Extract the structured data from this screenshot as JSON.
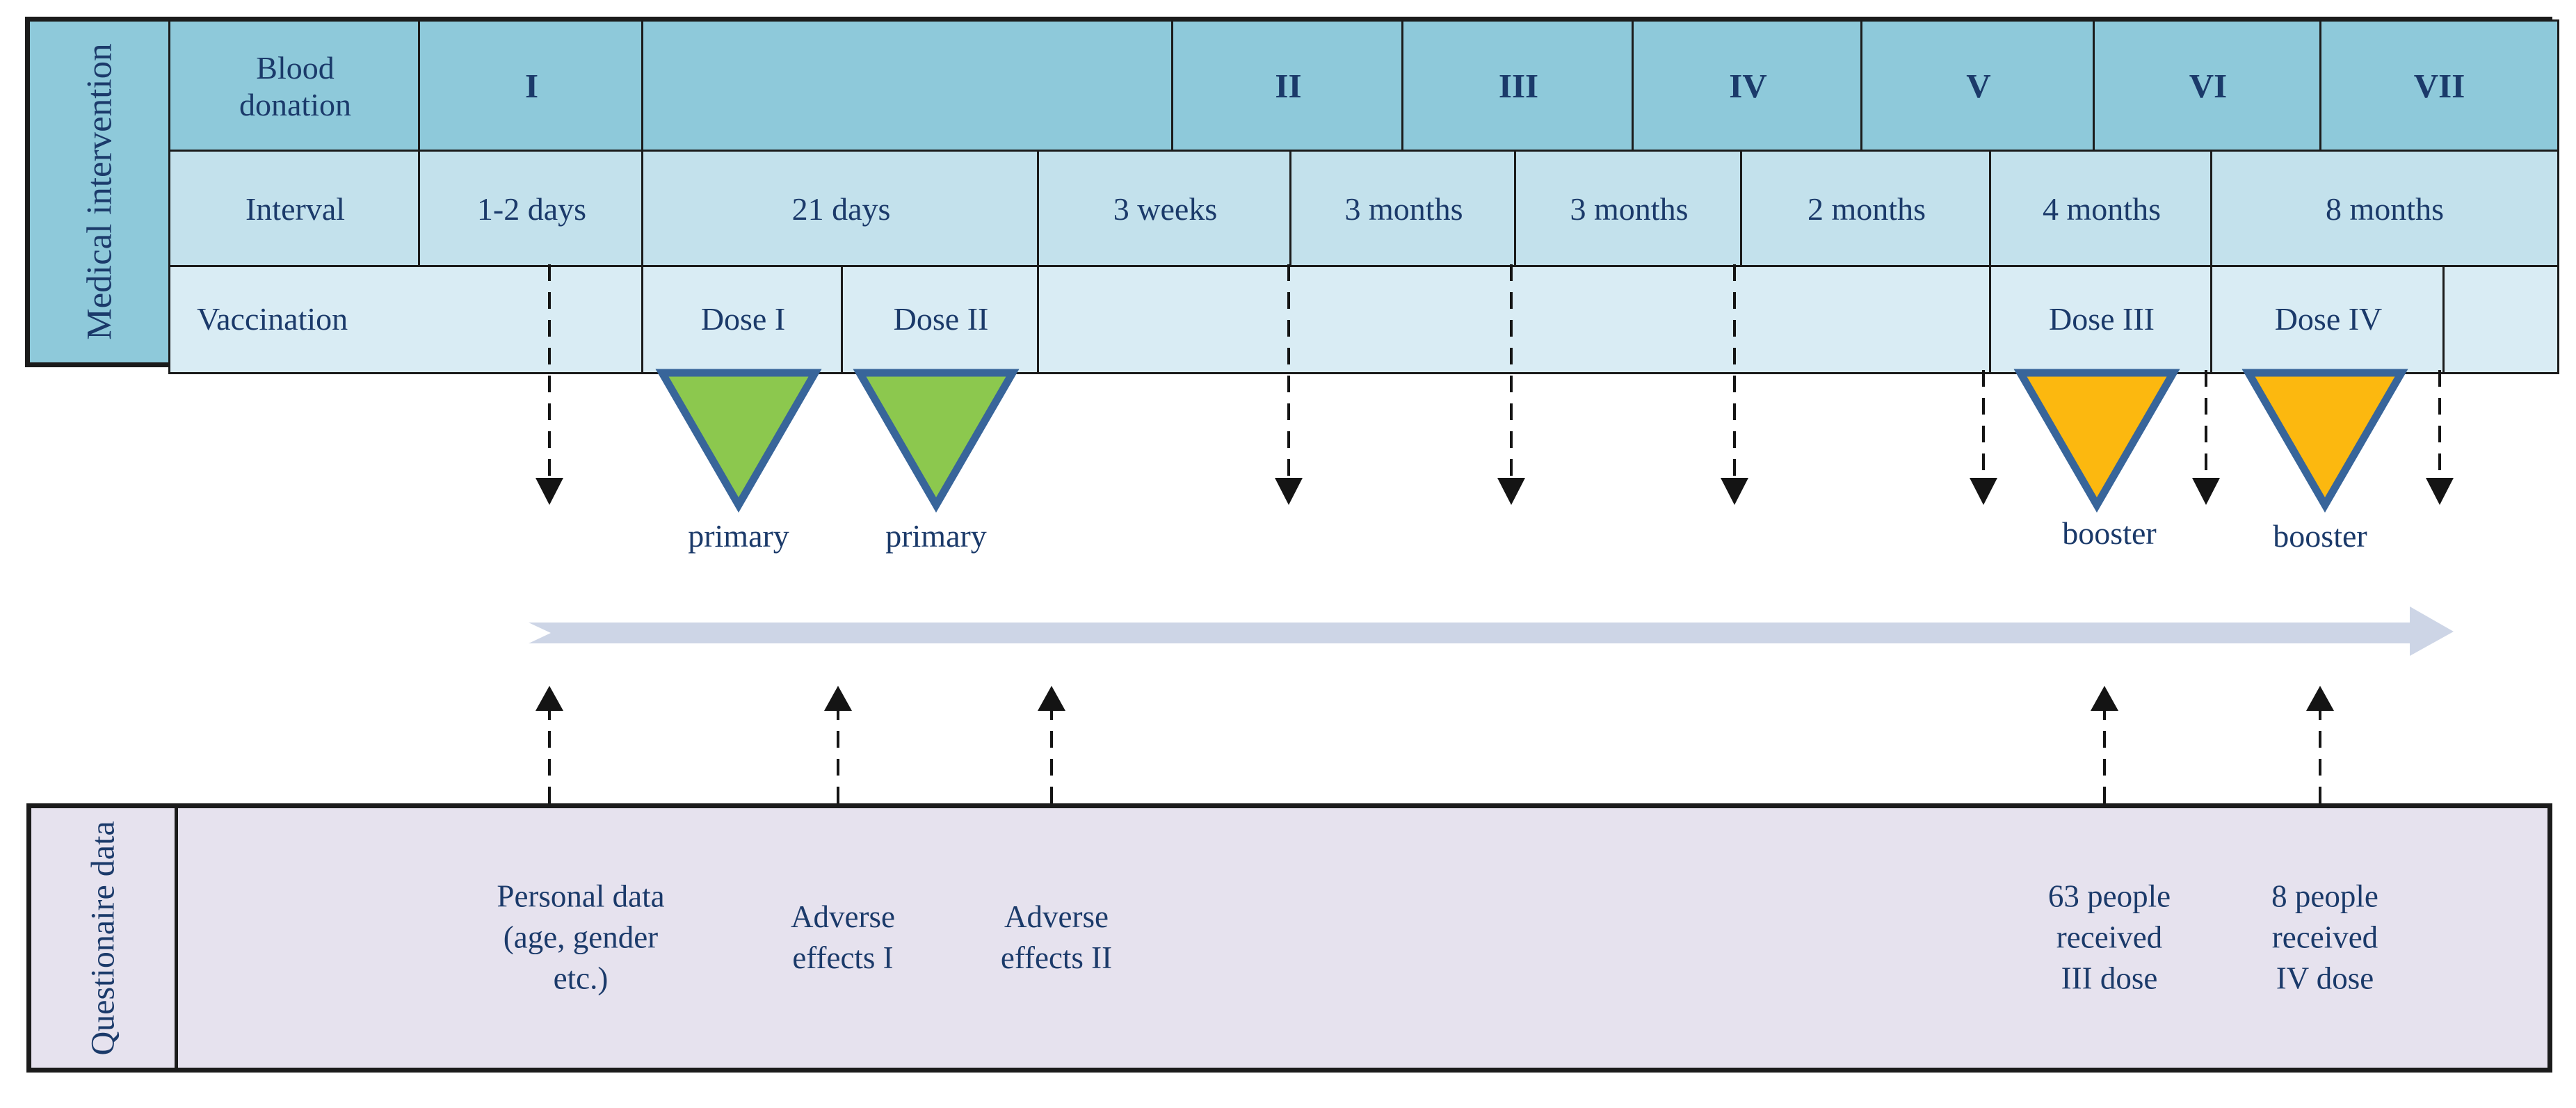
{
  "sections": {
    "medical": {
      "label": "Medical intervention"
    },
    "questionnaire": {
      "label": "Questionaire data"
    }
  },
  "table": {
    "rows": [
      {
        "name": "blood-donation",
        "cells": [
          "Blood donation",
          "I",
          "",
          "II",
          "III",
          "IV",
          "V",
          "VI",
          "VII"
        ]
      },
      {
        "name": "interval",
        "cells": [
          "Interval",
          "1-2 days",
          "21 days",
          "3 weeks",
          "3 months",
          "3 months",
          "2 months",
          "4 months",
          "8 months"
        ]
      },
      {
        "name": "vaccination",
        "cells": [
          "Vaccination",
          "Dose I",
          "Dose II",
          "",
          "Dose III",
          "Dose IV",
          ""
        ]
      }
    ]
  },
  "markers": {
    "primary_label": "primary",
    "booster_label": "booster",
    "primary_dose_count": 2,
    "booster_dose_count": 2,
    "blood_donation_count": 7,
    "questionnaire_arrow_count": 5
  },
  "questionnaire_items": [
    {
      "lines": [
        "Personal data",
        "(age, gender",
        "etc.)"
      ]
    },
    {
      "lines": [
        "Adverse",
        "effects I"
      ]
    },
    {
      "lines": [
        "Adverse",
        "effects II"
      ]
    },
    {
      "lines": [
        "63 people",
        "received",
        "III dose"
      ]
    },
    {
      "lines": [
        "8 people",
        "received",
        "IV dose"
      ]
    }
  ],
  "colors": {
    "row1_bg": "#8ec9da",
    "row2_bg": "#c3e1ec",
    "row3_bg": "#d9ecf4",
    "side_bg": "#8ec9da",
    "box_bg": "#e6e2ee",
    "text": "#1b3a6a",
    "primary_fill": "#8cc84e",
    "booster_fill": "#fcb80f",
    "triangle_stroke": "#38659a",
    "timeline_fill": "#cdd5e6",
    "arrow": "#141414",
    "border": "#1b1b1b"
  }
}
